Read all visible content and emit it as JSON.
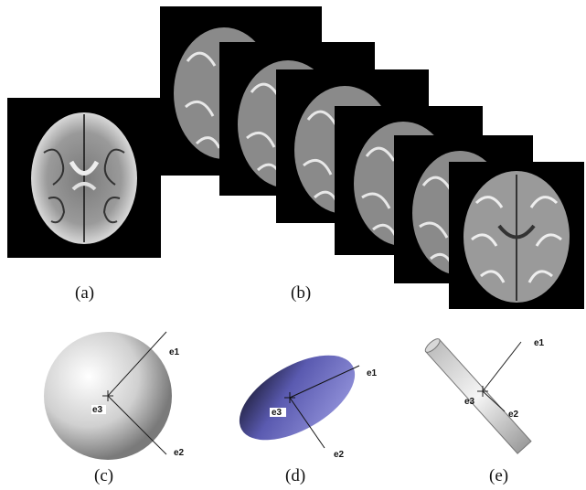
{
  "captions": {
    "a": "(a)",
    "b": "(b)",
    "c": "(c)",
    "d": "(d)",
    "e": "(e)"
  },
  "tensor_axes": {
    "e1": "e1",
    "e2": "e2",
    "e3": "e3"
  },
  "colors": {
    "background": "#ffffff",
    "panel": "#000000",
    "ellipsoid": "#6f6fc8",
    "sphere": "#e6e6e6"
  }
}
